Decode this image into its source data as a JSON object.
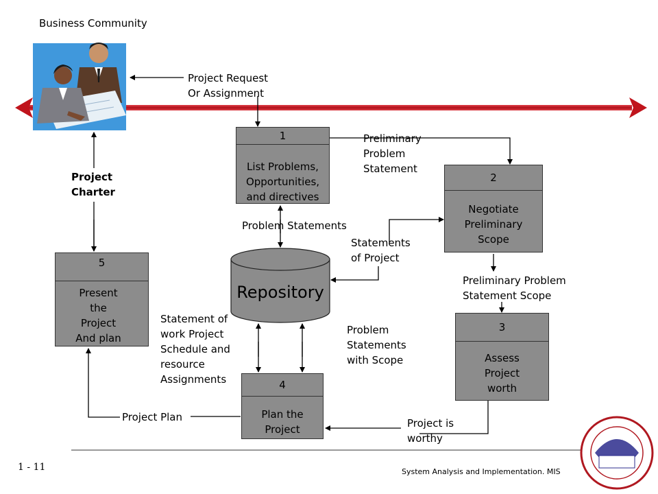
{
  "header": {
    "community_label": "Business Community"
  },
  "request_label": [
    "Project Request",
    "Or Assignment"
  ],
  "charter_label": [
    "Project",
    "Charter"
  ],
  "processes": [
    {
      "id": "1",
      "lines": [
        "List Problems,",
        "Opportunities,",
        "and directives"
      ]
    },
    {
      "id": "2",
      "lines": [
        "Negotiate",
        "Preliminary",
        "Scope"
      ]
    },
    {
      "id": "3",
      "lines": [
        "Assess",
        "Project",
        "worth"
      ]
    },
    {
      "id": "4",
      "lines": [
        "Plan the",
        "Project"
      ]
    },
    {
      "id": "5",
      "lines": [
        "Present",
        "the",
        "Project",
        "And  plan"
      ]
    }
  ],
  "repository_label": "Repository",
  "flows": {
    "preliminary_problem_statement": [
      "Preliminary",
      "Problem",
      "Statement"
    ],
    "problem_statements": "Problem Statements",
    "statements_of_project": [
      "Statements",
      "of Project"
    ],
    "preliminary_problem_statement_scope": [
      "Preliminary Problem",
      "Statement Scope"
    ],
    "problem_statements_with_scope": [
      "Problem",
      "Statements",
      "with Scope"
    ],
    "statement_of_work": [
      "Statement of",
      "work Project",
      "Schedule and",
      "resource",
      "Assignments"
    ],
    "project_is_worthy": [
      "Project is",
      "worthy"
    ],
    "project_plan": "Project Plan"
  },
  "footer": {
    "slide_number": "1 - 11",
    "course": "System Analysis and Implementation.  MIS"
  },
  "colors": {
    "process_fill": "#8c8c8c",
    "timeline_red": "#c0141c",
    "repository_fill": "#8c8c8c"
  }
}
